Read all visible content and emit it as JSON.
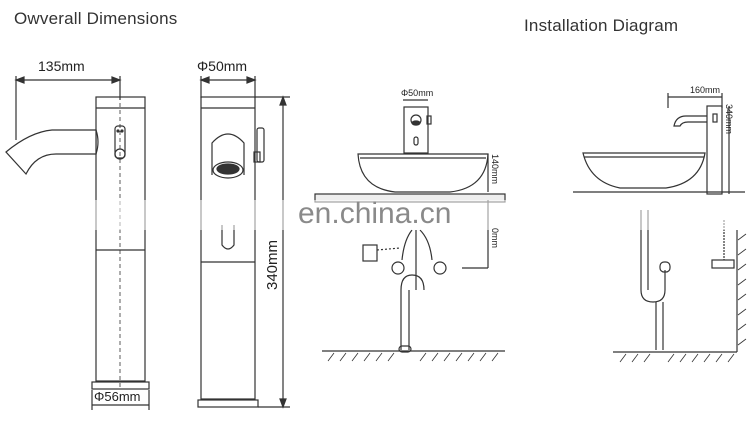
{
  "titles": {
    "overall": "Owverall Dimensions",
    "installation": "Installation Diagram"
  },
  "overall_dimensions": {
    "side_view": {
      "width_label": "135mm",
      "base_label": "Φ56mm"
    },
    "front_view": {
      "diameter_label": "Φ50mm",
      "height_label": "340mm"
    }
  },
  "installation_diagram": {
    "front_view": {
      "diameter_label": "Φ50mm",
      "basin_height_label": "140mm",
      "under_counter_label": "0mm"
    },
    "side_view": {
      "reach_label": "160mm",
      "height_label": "340mm"
    }
  },
  "watermark": "en.china.cn",
  "colors": {
    "line": "#333333",
    "background": "#ffffff",
    "watermark": "#8a8a8a"
  }
}
